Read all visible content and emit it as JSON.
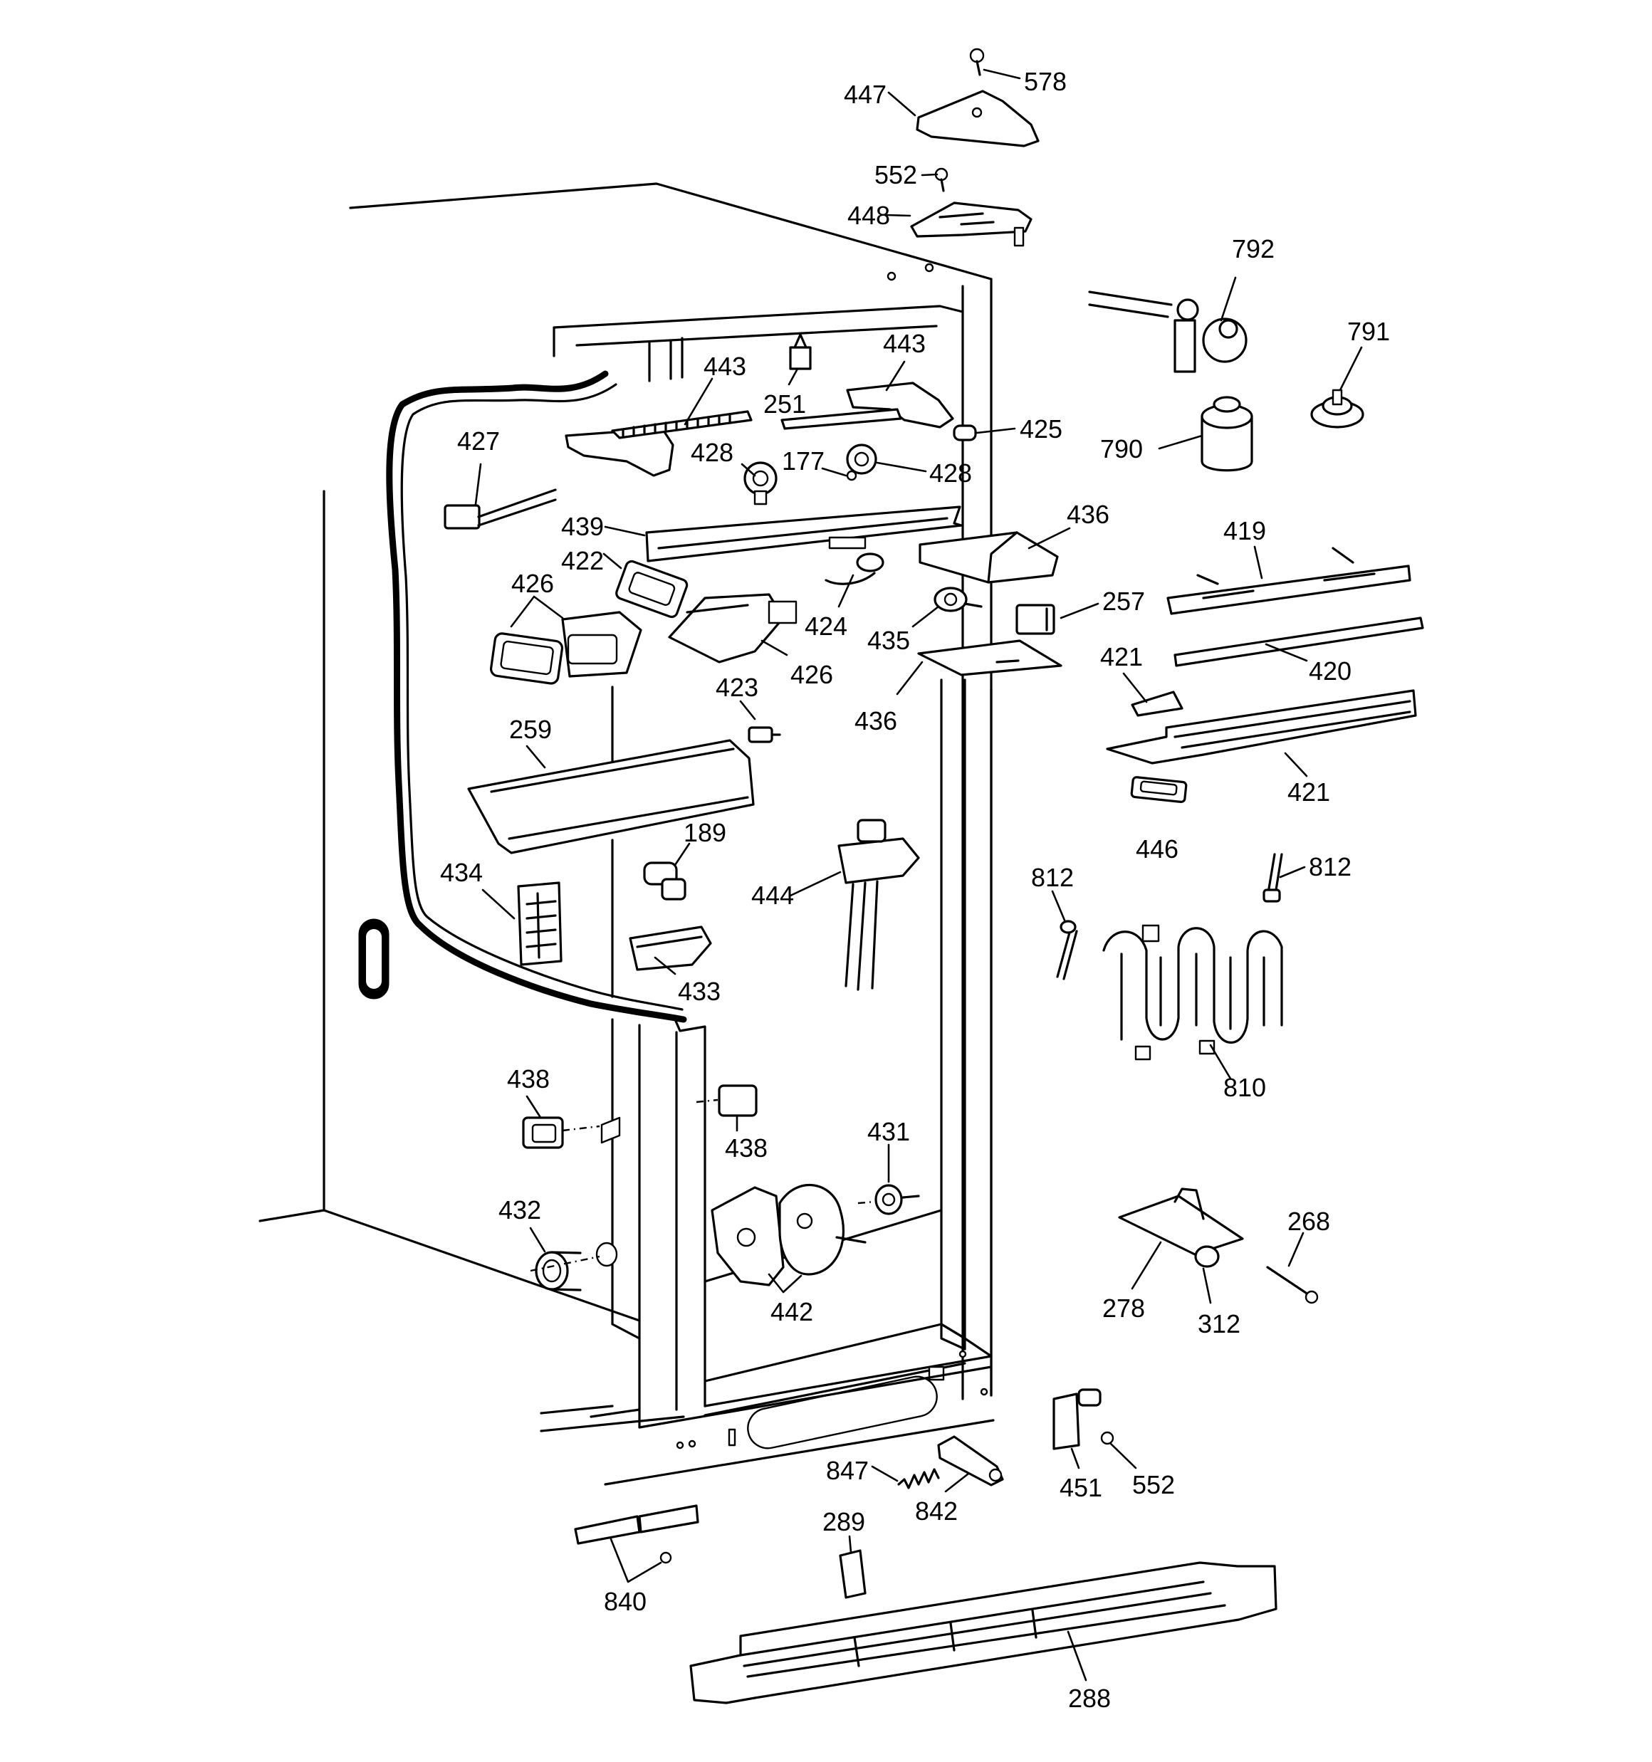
{
  "callouts": [
    {
      "id": "c578",
      "text": "578"
    },
    {
      "id": "c447",
      "text": "447"
    },
    {
      "id": "c552a",
      "text": "552"
    },
    {
      "id": "c448",
      "text": "448"
    },
    {
      "id": "c792",
      "text": "792"
    },
    {
      "id": "c791",
      "text": "791"
    },
    {
      "id": "c790",
      "text": "790"
    },
    {
      "id": "c443a",
      "text": "443"
    },
    {
      "id": "c443b",
      "text": "443"
    },
    {
      "id": "c251",
      "text": "251"
    },
    {
      "id": "c425",
      "text": "425"
    },
    {
      "id": "c427",
      "text": "427"
    },
    {
      "id": "c428a",
      "text": "428"
    },
    {
      "id": "c177",
      "text": "177"
    },
    {
      "id": "c428b",
      "text": "428"
    },
    {
      "id": "c439",
      "text": "439"
    },
    {
      "id": "c436a",
      "text": "436"
    },
    {
      "id": "c419",
      "text": "419"
    },
    {
      "id": "c422",
      "text": "422"
    },
    {
      "id": "c426a",
      "text": "426"
    },
    {
      "id": "c424",
      "text": "424"
    },
    {
      "id": "c435",
      "text": "435"
    },
    {
      "id": "c257",
      "text": "257"
    },
    {
      "id": "c426b",
      "text": "426"
    },
    {
      "id": "c420",
      "text": "420"
    },
    {
      "id": "c436b",
      "text": "436"
    },
    {
      "id": "c421a",
      "text": "421"
    },
    {
      "id": "c423",
      "text": "423"
    },
    {
      "id": "c259",
      "text": "259"
    },
    {
      "id": "c421b",
      "text": "421"
    },
    {
      "id": "c446",
      "text": "446"
    },
    {
      "id": "c189",
      "text": "189"
    },
    {
      "id": "c812a",
      "text": "812"
    },
    {
      "id": "c812b",
      "text": "812"
    },
    {
      "id": "c434",
      "text": "434"
    },
    {
      "id": "c444",
      "text": "444"
    },
    {
      "id": "c433",
      "text": "433"
    },
    {
      "id": "c810",
      "text": "810"
    },
    {
      "id": "c438a",
      "text": "438"
    },
    {
      "id": "c438b",
      "text": "438"
    },
    {
      "id": "c431",
      "text": "431"
    },
    {
      "id": "c268",
      "text": "268"
    },
    {
      "id": "c432",
      "text": "432"
    },
    {
      "id": "c442",
      "text": "442"
    },
    {
      "id": "c278",
      "text": "278"
    },
    {
      "id": "c312",
      "text": "312"
    },
    {
      "id": "c847",
      "text": "847"
    },
    {
      "id": "c451",
      "text": "451"
    },
    {
      "id": "c552b",
      "text": "552"
    },
    {
      "id": "c289",
      "text": "289"
    },
    {
      "id": "c842",
      "text": "842"
    },
    {
      "id": "c840",
      "text": "840"
    },
    {
      "id": "c288",
      "text": "288"
    }
  ]
}
